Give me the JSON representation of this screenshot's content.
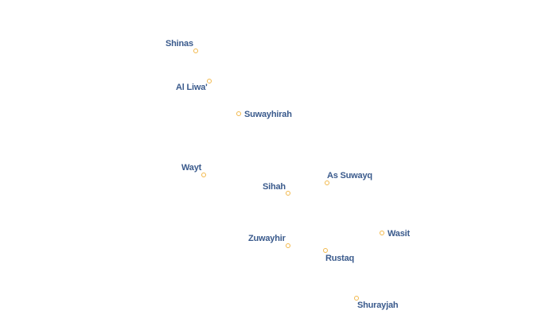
{
  "map": {
    "marker_color": "#f2b84b",
    "label_color": "#3a5a8c",
    "places": [
      {
        "name": "Shinas"
      },
      {
        "name": "Al Liwa'"
      },
      {
        "name": "Suwayhirah"
      },
      {
        "name": "Wayt"
      },
      {
        "name": "As Suwayq"
      },
      {
        "name": "Sihah"
      },
      {
        "name": "Wasit"
      },
      {
        "name": "Zuwayhir"
      },
      {
        "name": "Rustaq"
      },
      {
        "name": "Shurayjah"
      }
    ]
  }
}
